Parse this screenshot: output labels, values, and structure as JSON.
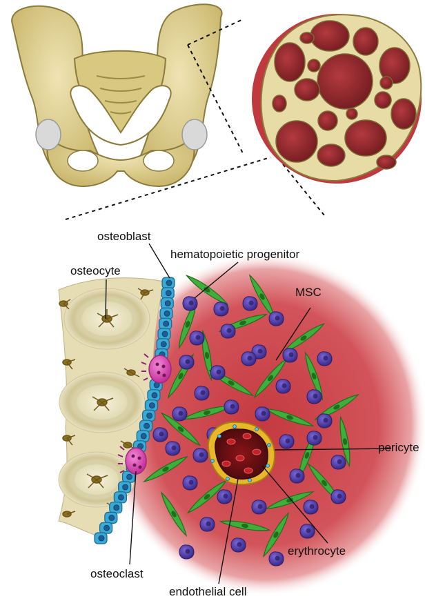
{
  "labels": {
    "osteoblast": "osteoblast",
    "hematopoietic_progenitor": "hematopoietic progenitor",
    "osteocyte": "osteocyte",
    "msc": "MSC",
    "pericyte": "pericyte",
    "erythrocyte": "erythrocyte",
    "osteoclast": "osteoclast",
    "endothelial_cell": "endothelial cell"
  },
  "colors": {
    "bone": "#e3d59a",
    "bone_edge": "#8a7a3c",
    "marrow": "#9a2a2e",
    "marrow_glow": "#d04a4f",
    "osteoblast": "#3aa9d6",
    "msc": "#3fae3a",
    "hsc": "#4b3aa0",
    "osteoclast": "#e04bb6",
    "pericyte": "#e0b52a",
    "erythrocyte": "#c42026"
  }
}
